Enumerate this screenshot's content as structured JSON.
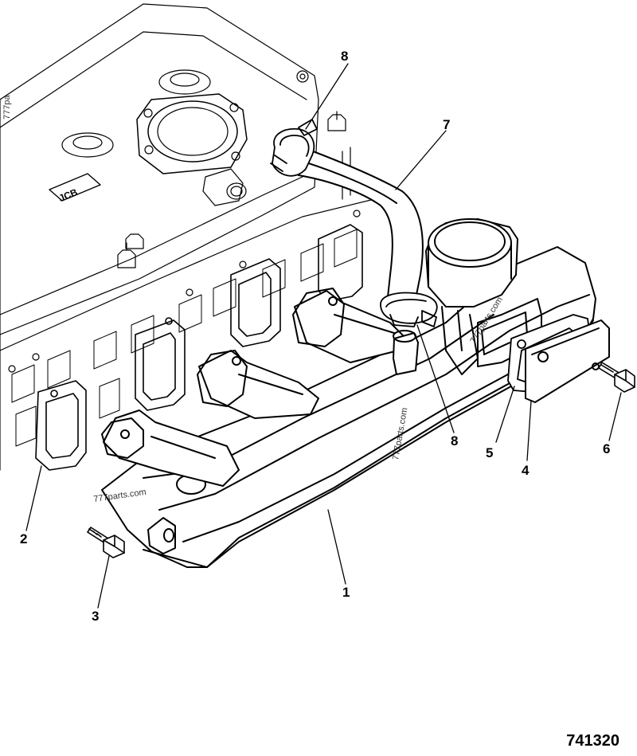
{
  "callouts": [
    {
      "id": "callout-1",
      "label": "1"
    },
    {
      "id": "callout-2",
      "label": "2"
    },
    {
      "id": "callout-3",
      "label": "3"
    },
    {
      "id": "callout-4",
      "label": "4"
    },
    {
      "id": "callout-5",
      "label": "5"
    },
    {
      "id": "callout-6",
      "label": "6"
    },
    {
      "id": "callout-7",
      "label": "7"
    },
    {
      "id": "callout-8-top",
      "label": "8"
    },
    {
      "id": "callout-8-bottom",
      "label": "8"
    }
  ],
  "drawing_number": "741320",
  "watermarks": [
    "777parts.com",
    "777parts.com",
    "777parts.com",
    "777pa"
  ],
  "colors": {
    "line": "#000000",
    "background": "#ffffff"
  }
}
